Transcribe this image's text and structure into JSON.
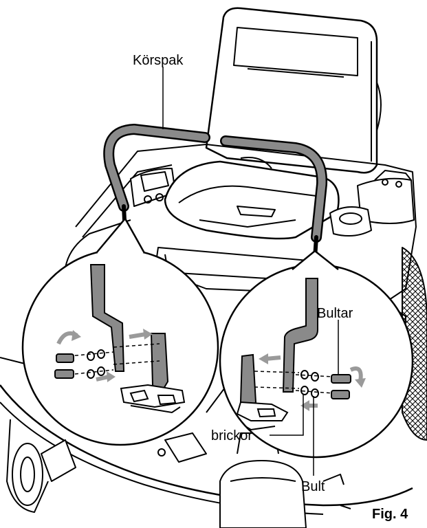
{
  "labels": {
    "control_lever": "Körspak",
    "bolts": "Bultar",
    "washers": "brickor",
    "bolt": "Bult",
    "figure": "Fig. 4"
  }
}
